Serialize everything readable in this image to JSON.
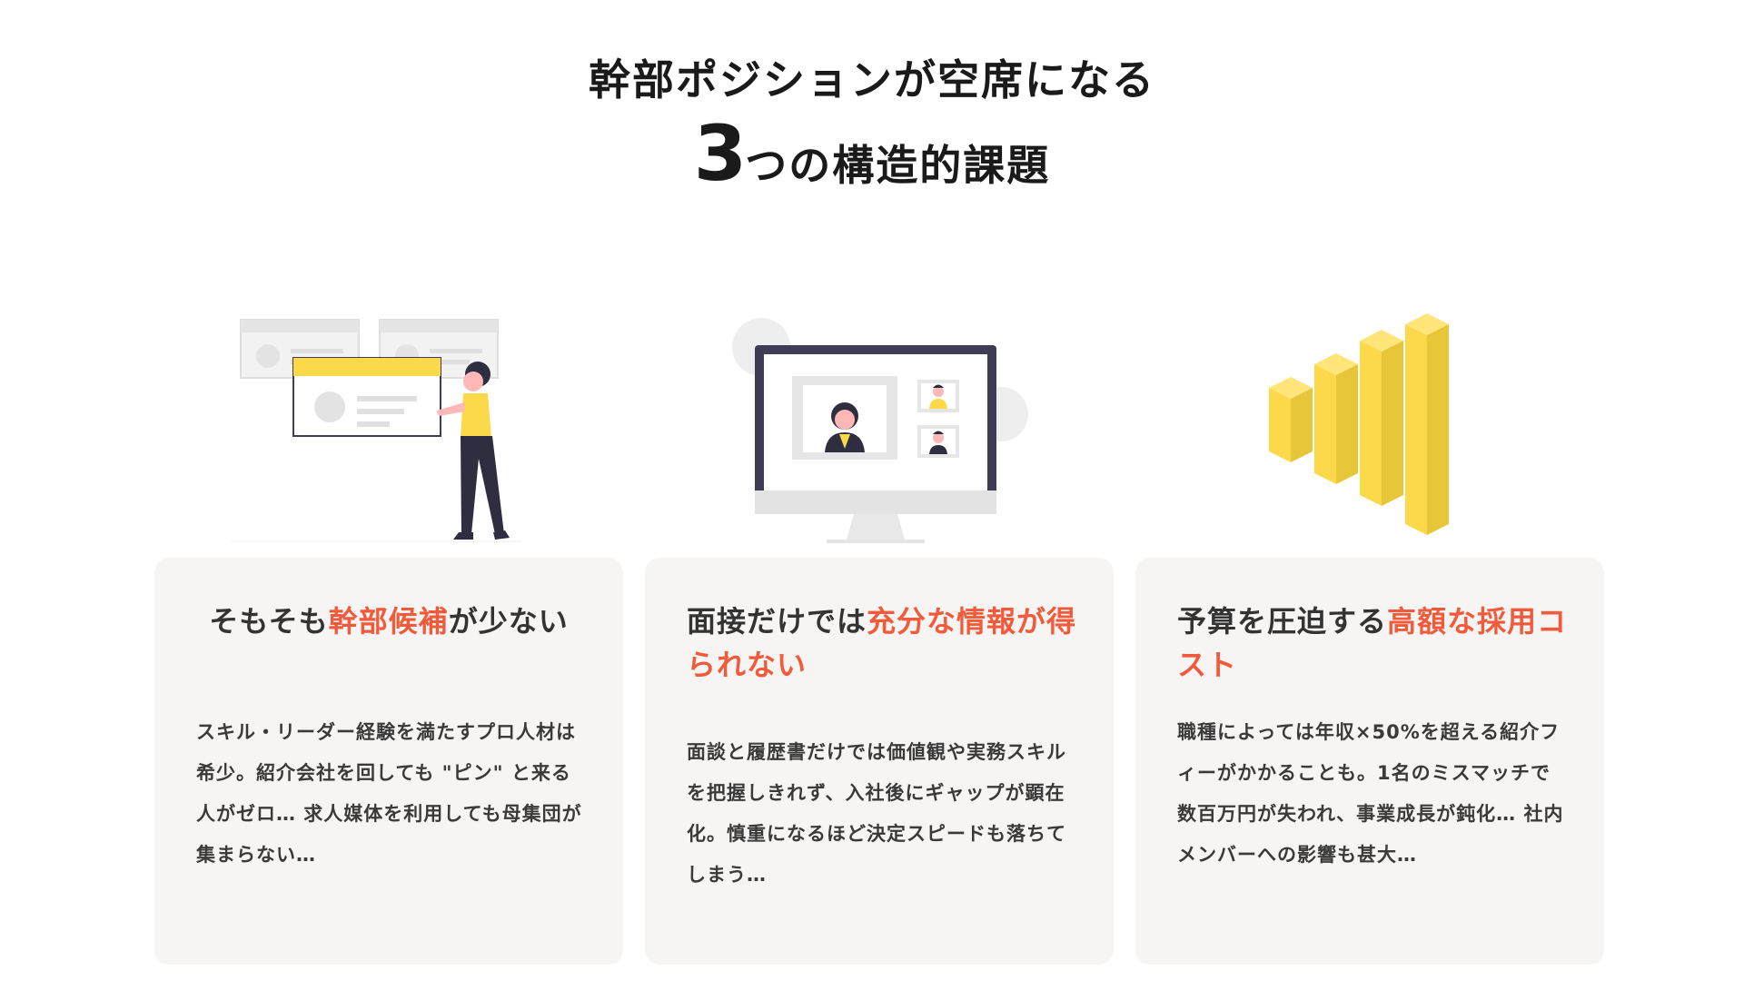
{
  "heading": {
    "line1": "幹部ポジションが空席になる",
    "line2_number": "3",
    "line2_text": "つの構造的課題"
  },
  "colors": {
    "accent_red": "#f15a3a",
    "accent_yellow": "#fbd94a",
    "card_bg": "#f6f5f4",
    "text_dark": "#333333"
  },
  "cards": [
    {
      "title_prefix": "そもそも",
      "title_highlight": "幹部候補",
      "title_suffix": "が少ない",
      "body": "スキル・リーダー経験を満たすプロ人材は希少。紹介会社を回しても \"ピン\" と来る人がゼロ… 求人媒体を利用しても母集団が集まらない…",
      "illustration": "woman-presenting-cards-illustration"
    },
    {
      "title_prefix": "面接だけでは",
      "title_highlight": "充分な情報が得られない",
      "title_suffix": "",
      "body": "面談と履歴書だけでは価値観や実務スキルを把握しきれず、入社後にギャップが顕在化。慎重になるほど決定スピードも落ちてしまう…",
      "illustration": "video-interview-monitor-illustration"
    },
    {
      "title_prefix": "予算を圧迫する",
      "title_highlight": "高額な採用コスト",
      "title_suffix": "",
      "body": "職種によっては年収×50%を超える紹介フィーがかかることも。1名のミスマッチで数百万円が失われ、事業成長が鈍化… 社内メンバーへの影響も甚大…",
      "illustration": "rising-bar-blocks-illustration"
    }
  ]
}
